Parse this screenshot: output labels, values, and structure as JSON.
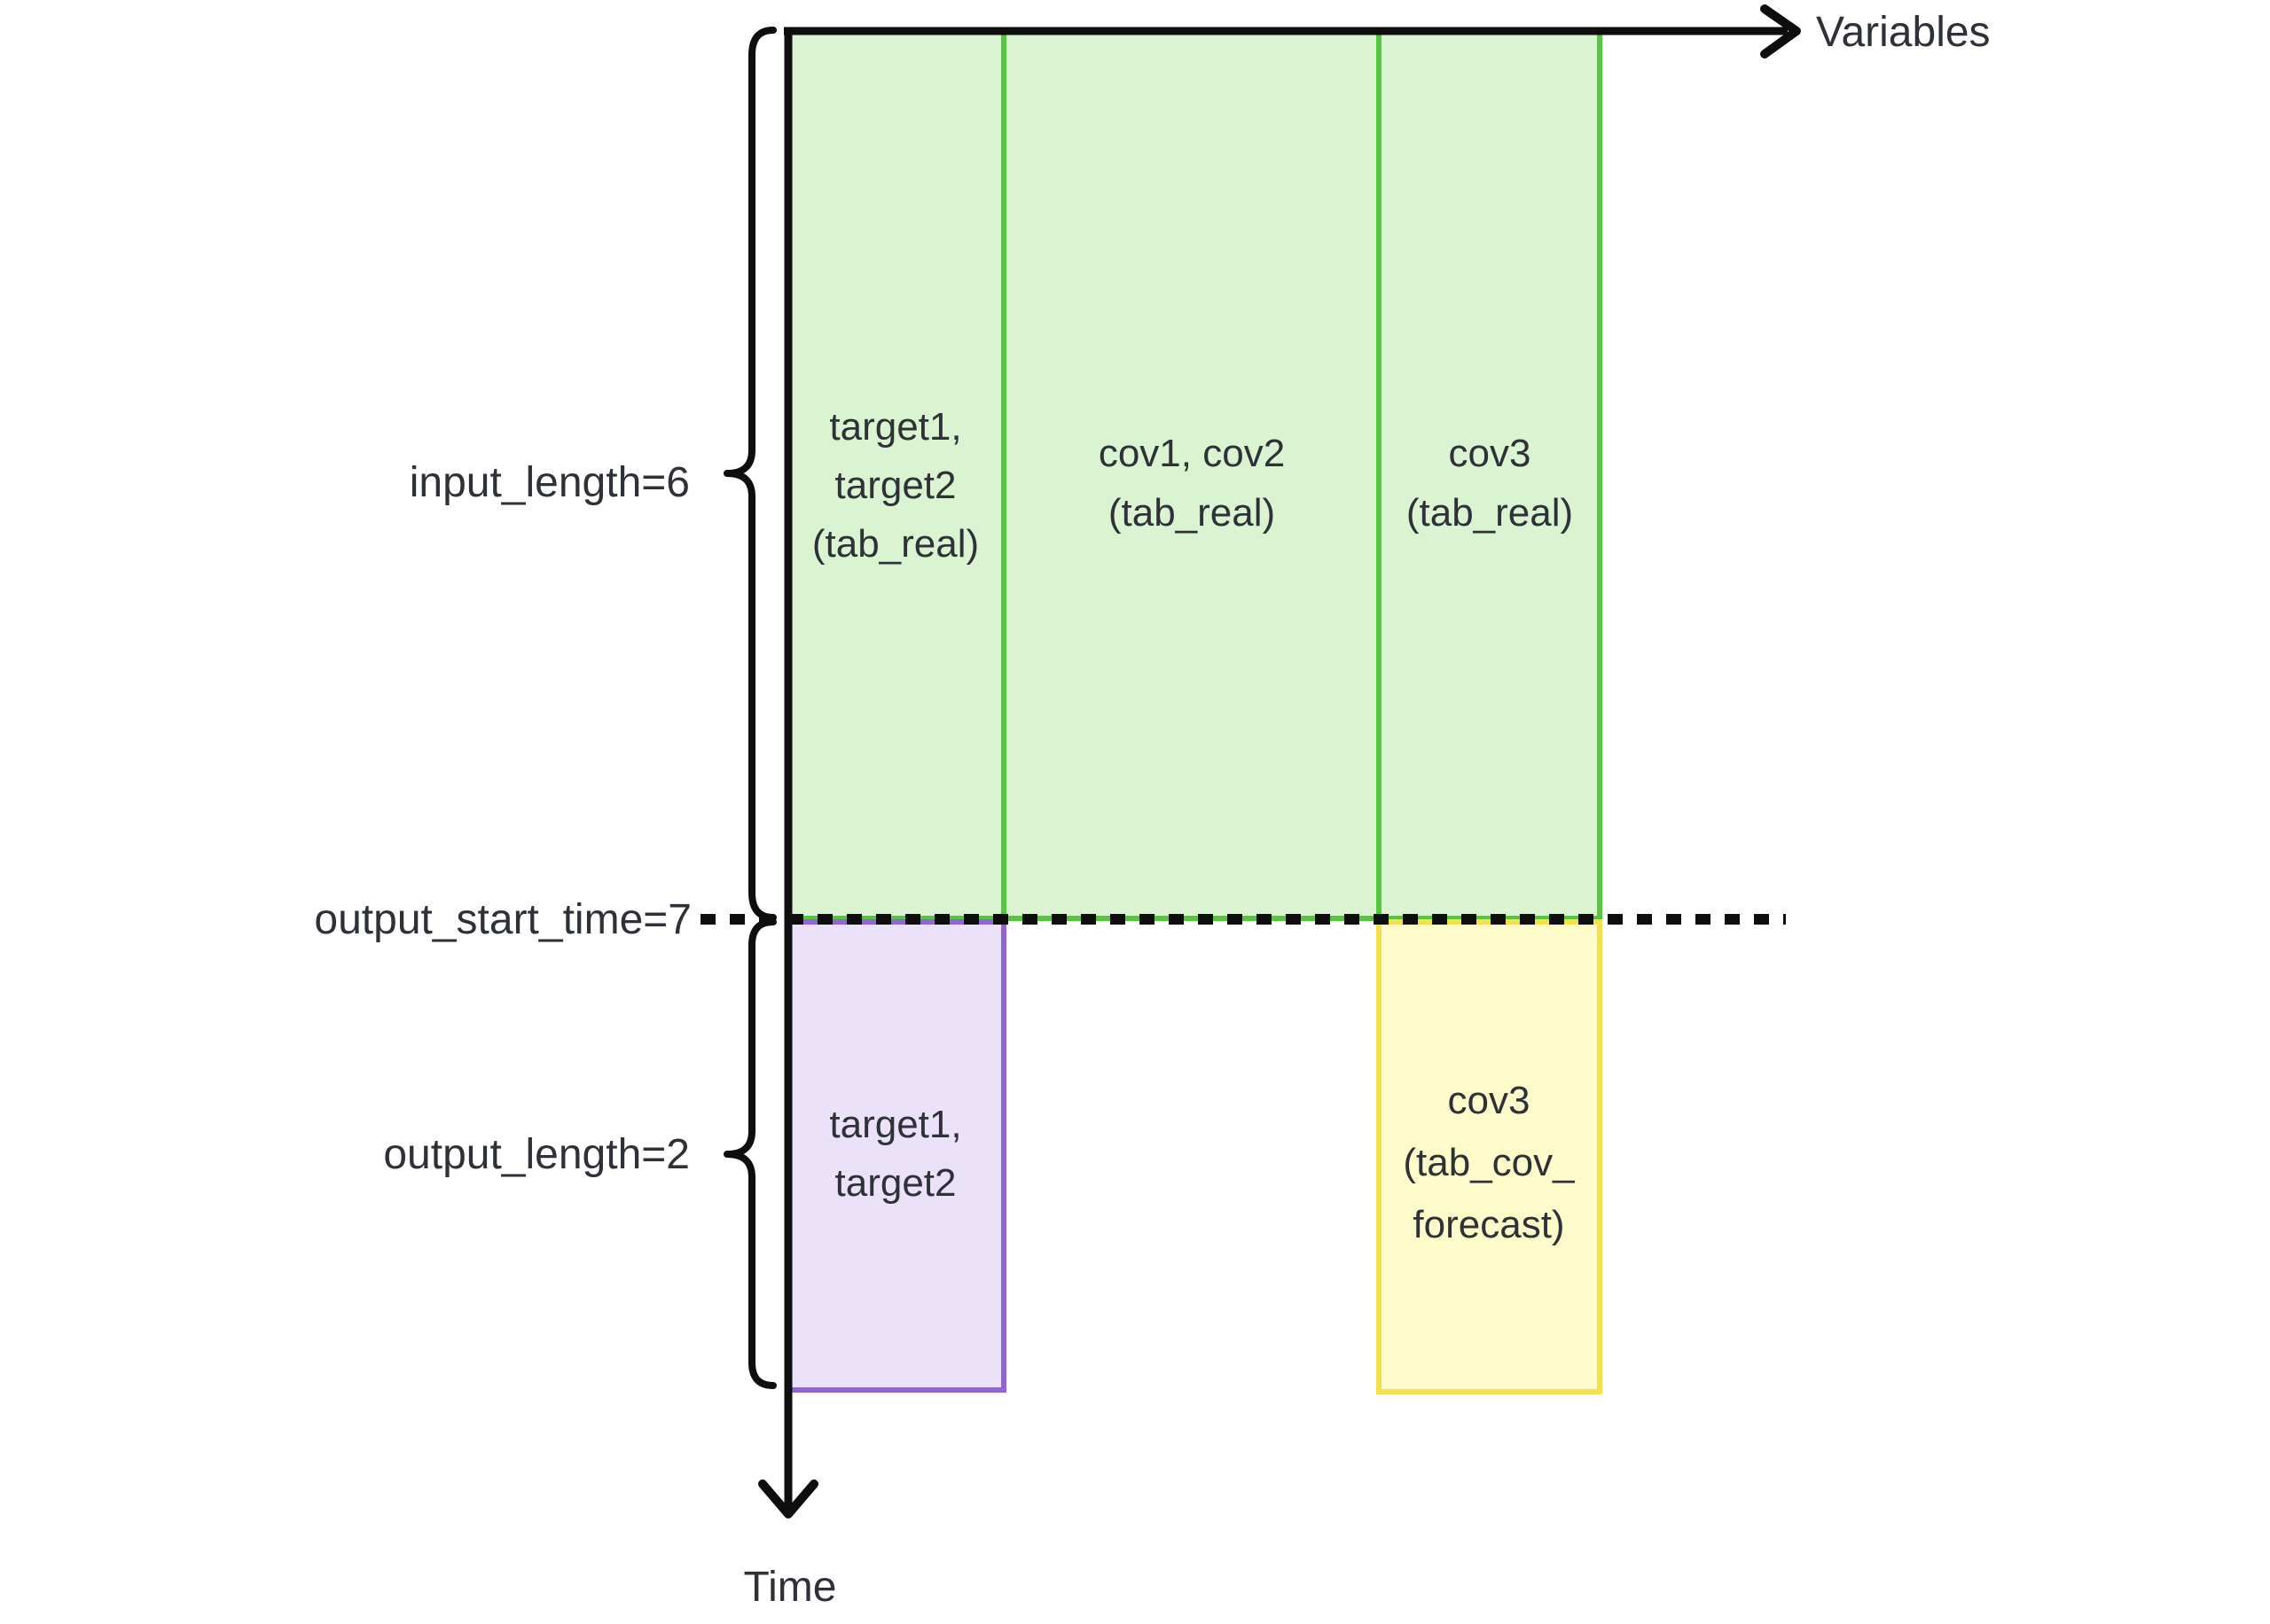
{
  "axis": {
    "x_label": "Variables",
    "y_label": "Time"
  },
  "annotations": {
    "input_length": "input_length=6",
    "output_start_time": "output_start_time=7",
    "output_length": "output_length=2"
  },
  "input_region": {
    "columns": [
      {
        "lines": [
          "target1,",
          "target2",
          "(tab_real)"
        ]
      },
      {
        "lines": [
          "cov1, cov2",
          "(tab_real)"
        ]
      },
      {
        "lines": [
          "cov3",
          "(tab_real)"
        ]
      }
    ]
  },
  "output_region": {
    "targets": {
      "lines": [
        "target1,",
        "target2"
      ]
    },
    "covariates": {
      "lines": [
        "cov3",
        "(tab_cov_",
        "forecast)"
      ]
    }
  },
  "colors": {
    "input_fill": "#daf4d1",
    "input_stroke": "#54c73c",
    "output_target_fill": "#ebe1f9",
    "output_target_stroke": "#9065d8",
    "output_covariate_fill": "#fdfbca",
    "output_covariate_stroke": "#f5df4d",
    "axis_color": "#0e0e0e",
    "text_color": "#2e3238"
  }
}
